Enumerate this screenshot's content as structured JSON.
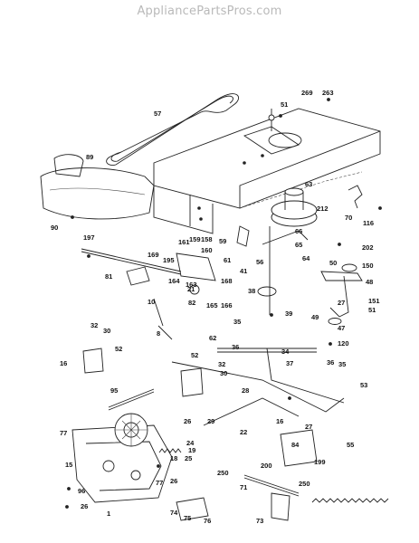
{
  "watermark": "AppliancePartsPros.com",
  "labels": [
    "57",
    "51",
    "269",
    "263",
    "89",
    "63",
    "212",
    "70",
    "116",
    "66",
    "65",
    "64",
    "90",
    "197",
    "169",
    "161",
    "159",
    "158",
    "195",
    "160",
    "61",
    "56",
    "41",
    "202",
    "150",
    "48",
    "81",
    "164",
    "163",
    "168",
    "82",
    "165",
    "166",
    "59",
    "38",
    "39",
    "50",
    "27",
    "151",
    "51",
    "49",
    "47",
    "120",
    "10",
    "8",
    "21",
    "62",
    "35",
    "36",
    "34",
    "37",
    "36",
    "35",
    "53",
    "32",
    "30",
    "52",
    "16",
    "52",
    "32",
    "30",
    "95",
    "28",
    "29",
    "22",
    "26",
    "16",
    "27",
    "24",
    "25",
    "18",
    "26",
    "19",
    "84",
    "77",
    "15",
    "1",
    "96",
    "250",
    "200",
    "71",
    "199",
    "55",
    "250",
    "77",
    "74",
    "75",
    "76",
    "73",
    "26"
  ]
}
